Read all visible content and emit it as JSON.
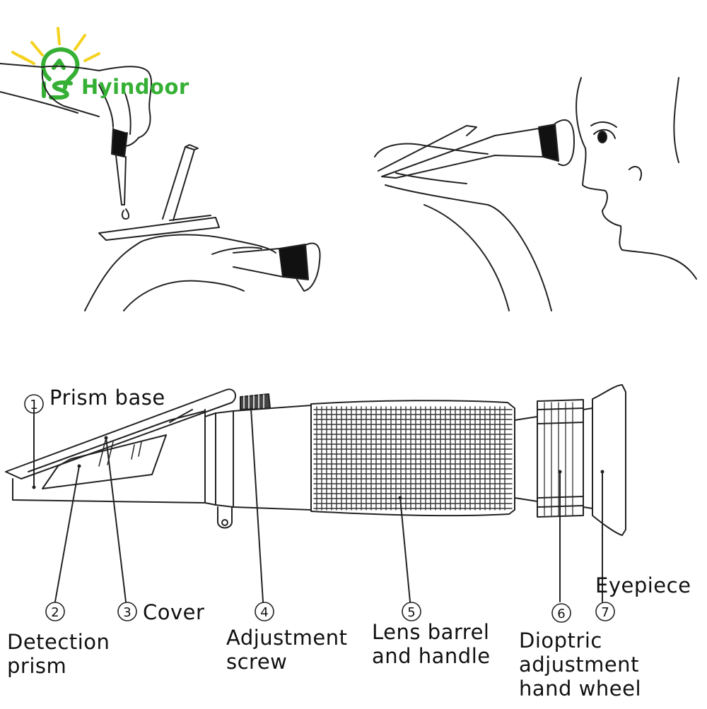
{
  "brand": {
    "name": "Hyindoor",
    "color": "#35b035",
    "ray_color": "#f4d21f"
  },
  "labels": {
    "prism_base": "Prism base",
    "detection_prism": [
      "Detection",
      "prism"
    ],
    "cover": "Cover",
    "adjustment_screw": [
      "Adjustment",
      "screw"
    ],
    "lens_barrel": [
      "Lens barrel",
      "and handle"
    ],
    "dioptric": [
      "Dioptric",
      "adjustment",
      "hand wheel"
    ],
    "eyepiece": "Eyepiece"
  },
  "numbers": [
    "1",
    "2",
    "3",
    "4",
    "5",
    "6",
    "7"
  ]
}
